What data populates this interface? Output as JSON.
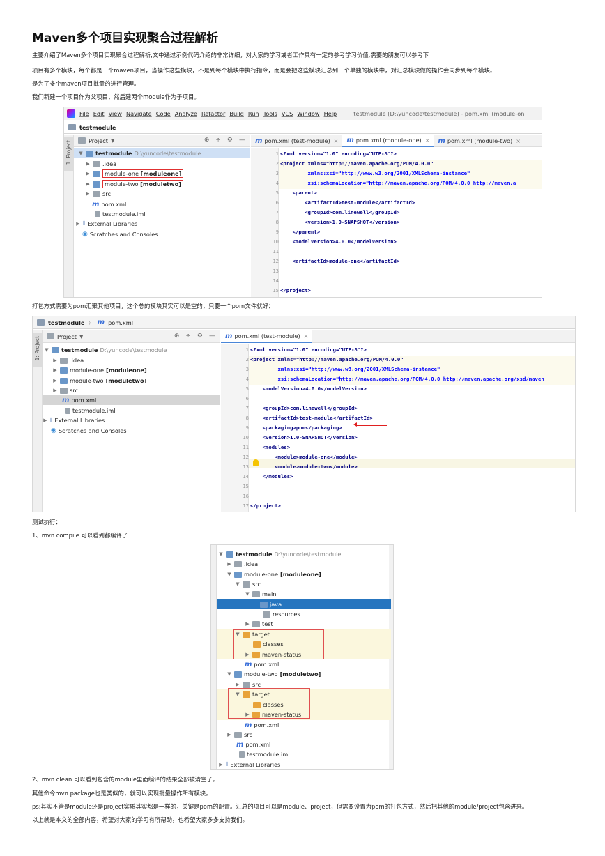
{
  "article": {
    "title": "Maven多个项目实现聚合过程解析",
    "intro": "主要介绍了Maven多个项目实现聚合过程解析,文中通过示例代码介绍的非常详细，对大家的学习或者工作具有一定的参考学习价值,需要的朋友可以参考下",
    "p1": "项目有多个模块，每个都是一个maven项目，当操作这些模块，不是到每个模块中执行指令，而是会把这些模块汇总到一个单独的模块中，对汇总模块做的操作会同步到每个模块。",
    "p2": "是为了多个maven项目批量的进行管理。",
    "p3": "我们新建一个项目作为父项目，然后建两个module作为子项目。",
    "p4": "打包方式需要为pom汇聚其他项目，这个总的模块其实可以是空的，只要一个pom文件就好：",
    "p5": "测试执行：",
    "p6": "1、mvn compile 可以看到都编译了",
    "p7": "2、mvn clean 可以看到包含的module里面编译的结果全部被清空了。",
    "p8": "其他命令mvn package也是类似的，就可以实现批量操作所有模块。",
    "p9": "ps:其实不管是module还是project实质其实都是一样的，关键是pom的配置。汇总的项目可以是module、project，但需要设置为pom的打包方式，然后把其他的module/project包含进来。",
    "p10": "以上就是本文的全部内容，希望对大家的学习有所帮助，也希望大家多多支持我们。"
  },
  "ide1": {
    "menu": [
      "File",
      "Edit",
      "View",
      "Navigate",
      "Code",
      "Analyze",
      "Refactor",
      "Build",
      "Run",
      "Tools",
      "VCS",
      "Window",
      "Help"
    ],
    "window_title": "testmodule [D:\\yuncode\\testmodule] - pom.xml (module-on",
    "nav": "testmodule",
    "side_label": "1: Project",
    "project_dropdown": "Project",
    "tree": {
      "root": "testmodule",
      "root_path": "D:\\yuncode\\testmodule",
      "idea": ".idea",
      "mod1": "module-one",
      "mod1_tag": "[moduleone]",
      "mod2": "module-two",
      "mod2_tag": "[moduletwo]",
      "src": "src",
      "pom": "pom.xml",
      "iml": "testmodule.iml",
      "ext": "External Libraries",
      "scratch": "Scratches and Consoles"
    },
    "tabs": [
      "pom.xml (test-module)",
      "pom.xml (module-one)",
      "pom.xml (module-two)"
    ],
    "code": {
      "l1": "<?xml version=\"1.0\" encoding=\"UTF-8\"?>",
      "l2": "<project xmlns=\"http://maven.apache.org/POM/4.0.0\"",
      "l3": "         xmlns:xsi=\"http://www.w3.org/2001/XMLSchema-instance\"",
      "l4": "         xsi:schemaLocation=\"http://maven.apache.org/POM/4.0.0 http://maven.a",
      "l5": "    <parent>",
      "l6": "        <artifactId>test-module</artifactId>",
      "l7": "        <groupId>com.linewell</groupId>",
      "l8": "        <version>1.0-SNAPSHOT</version>",
      "l9": "    </parent>",
      "l10": "    <modelVersion>4.0.0</modelVersion>",
      "l11": "",
      "l12": "    <artifactId>module-one</artifactId>",
      "l13": "",
      "l14": "",
      "l15": "</project>"
    }
  },
  "ide2": {
    "nav_root": "testmodule",
    "nav_file": "pom.xml",
    "side_label": "1: Project",
    "project_dropdown": "Project",
    "tree": {
      "root": "testmodule",
      "root_path": "D:\\yuncode\\testmodule",
      "idea": ".idea",
      "mod1": "module-one",
      "mod1_tag": "[moduleone]",
      "mod2": "module-two",
      "mod2_tag": "[moduletwo]",
      "src": "src",
      "pom": "pom.xml",
      "iml": "testmodule.iml",
      "ext": "External Libraries",
      "scratch": "Scratches and Consoles"
    },
    "tab": "pom.xml (test-module)",
    "code": {
      "l1": "<?xml version=\"1.0\" encoding=\"UTF-8\"?>",
      "l2": "<project xmlns=\"http://maven.apache.org/POM/4.0.0\"",
      "l3": "         xmlns:xsi=\"http://www.w3.org/2001/XMLSchema-instance\"",
      "l4": "         xsi:schemaLocation=\"http://maven.apache.org/POM/4.0.0 http://maven.apache.org/xsd/maven",
      "l5": "    <modelVersion>4.0.0</modelVersion>",
      "l6": "",
      "l7": "    <groupId>com.linewell</groupId>",
      "l8": "    <artifactId>test-module</artifactId>",
      "l9": "    <packaging>pom</packaging>",
      "l10": "    <version>1.0-SNAPSHOT</version>",
      "l11": "    <modules>",
      "l12": "        <module>module-one</module>",
      "l13": "        <module>module-two</module>",
      "l14": "    </modules>",
      "l15": "",
      "l16": "",
      "l17": "</project>"
    }
  },
  "ide3": {
    "tree": {
      "root": "testmodule",
      "root_path": "D:\\yuncode\\testmodule",
      "idea": ".idea",
      "mod1": "module-one",
      "mod1_tag": "[moduleone]",
      "src": "src",
      "main": "main",
      "java": "java",
      "resources": "resources",
      "test": "test",
      "target": "target",
      "classes": "classes",
      "mstatus": "maven-status",
      "pom": "pom.xml",
      "mod2": "module-two",
      "mod2_tag": "[moduletwo]",
      "src2": "src",
      "target2": "target",
      "classes2": "classes",
      "mstatus2": "maven-status",
      "pom2": "pom.xml",
      "src3": "src",
      "pom3": "pom.xml",
      "iml": "testmodule.iml",
      "ext": "External Libraries"
    }
  }
}
